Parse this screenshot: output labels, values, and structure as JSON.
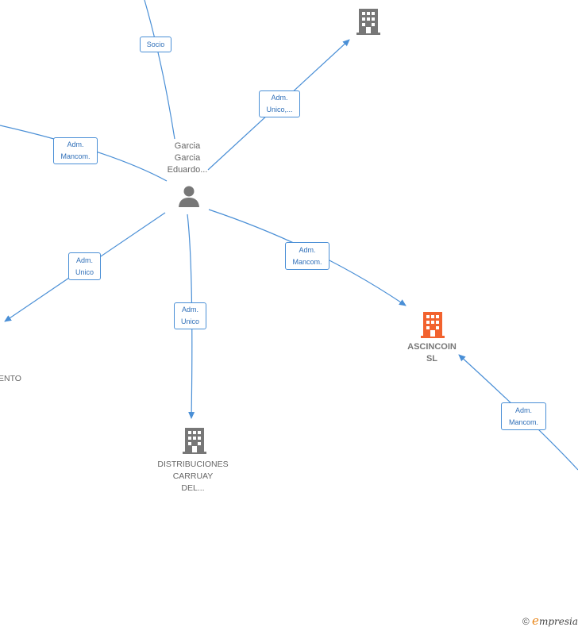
{
  "colors": {
    "edge": "#4a8fd6",
    "company_icon": "#777777",
    "focus_company_icon": "#f2622e",
    "person_icon": "#777777"
  },
  "nodes": {
    "person": {
      "label": "Garcia\nGarcia\nEduardo...",
      "icon": "person-icon"
    },
    "top_company": {
      "label": "...",
      "icon": "building-icon"
    },
    "ascincoin": {
      "label": "ASCINCOIN\nSL",
      "icon": "building-icon"
    },
    "distribuciones": {
      "label": "DISTRIBUCIONES\nCARRUAY\nDEL...",
      "icon": "building-icon"
    },
    "left_company": {
      "label": "...ENTO",
      "icon": "building-icon"
    }
  },
  "edges": {
    "socio": "Socio",
    "adm_unico_top": "Adm.\nUnico,...",
    "adm_mancom_left": "Adm.\nMancom.",
    "adm_unico_left": "Adm.\nUnico",
    "adm_unico_down": "Adm.\nUnico",
    "adm_mancom_right": "Adm.\nMancom.",
    "adm_mancom_far": "Adm.\nMancom."
  },
  "footer": {
    "copyright": "©",
    "brand_initial": "e",
    "brand_rest": "mpresia"
  }
}
